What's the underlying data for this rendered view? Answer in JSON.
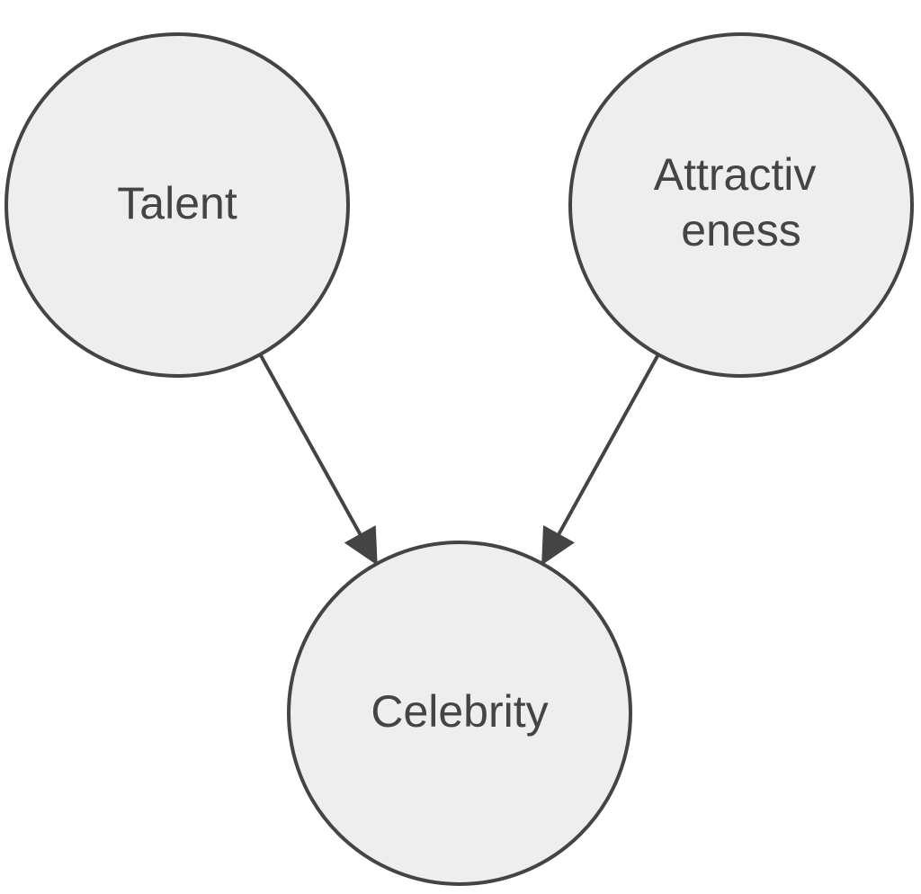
{
  "colors": {
    "node_fill": "#eeeeee",
    "stroke": "#444444",
    "text": "#444444",
    "background": "#ffffff"
  },
  "nodes": {
    "talent": {
      "label_lines": [
        "Talent"
      ]
    },
    "attractiveness": {
      "label_lines": [
        "Attractiv",
        "eness"
      ]
    },
    "celebrity": {
      "label_lines": [
        "Celebrity"
      ]
    }
  },
  "edges": [
    {
      "from": "talent",
      "to": "celebrity"
    },
    {
      "from": "attractiveness",
      "to": "celebrity"
    }
  ]
}
